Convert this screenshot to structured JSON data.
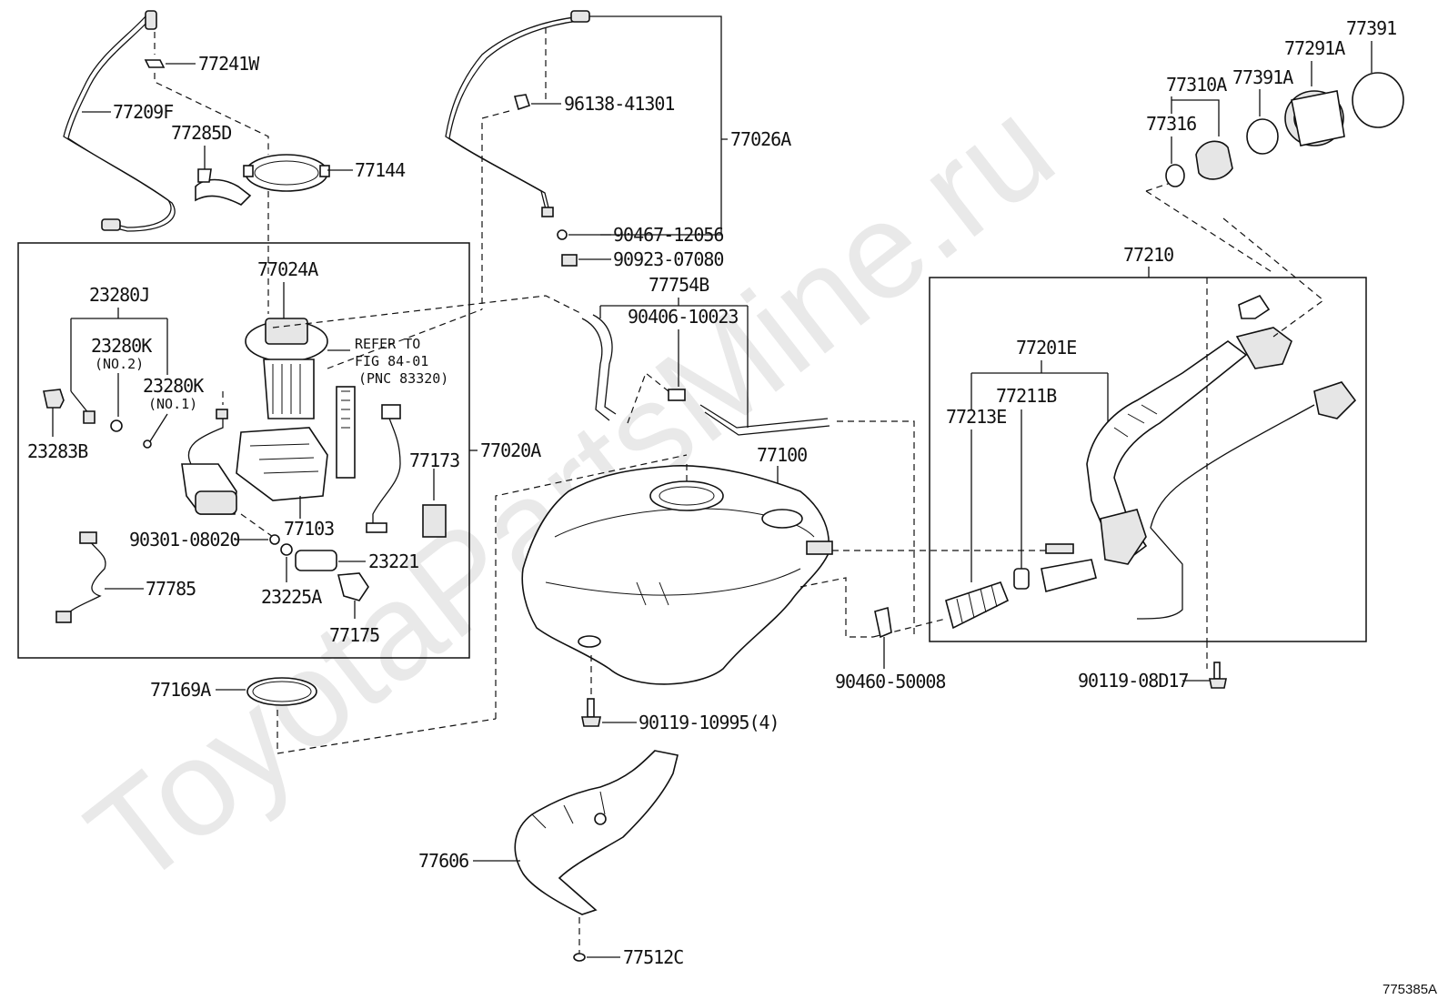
{
  "watermark": "ToyotaPartsMine.ru",
  "figure_code": "775385A",
  "refer_note": {
    "line1": "REFER TO",
    "line2": "FIG 84-01",
    "line3": "(PNC 83320)"
  },
  "labels": {
    "p77241W": "77241W",
    "p77209F": "77209F",
    "p77285D": "77285D",
    "p77144": "77144",
    "p96138": "96138-41301",
    "p77026A": "77026A",
    "p90467": "90467-12056",
    "p90923": "90923-07080",
    "p77024A": "77024A",
    "p23280J": "23280J",
    "p23280K_2": "23280K",
    "no2": "(NO.2)",
    "p23280K_1": "23280K",
    "no1": "(NO.1)",
    "p23283B": "23283B",
    "p77020A": "77020A",
    "p77173": "77173",
    "p77103": "77103",
    "p90301": "90301-08020",
    "p23221": "23221",
    "p23225A": "23225A",
    "p77785": "77785",
    "p77175": "77175",
    "p77169A": "77169A",
    "p77754B": "77754B",
    "p90406": "90406-10023",
    "p77100": "77100",
    "p90119_10995": "90119-10995(4)",
    "p77606": "77606",
    "p77512C": "77512C",
    "p90460": "90460-50008",
    "p90119_08D17": "90119-08D17",
    "p77210": "77210",
    "p77201E": "77201E",
    "p77211B": "77211B",
    "p77213E": "77213E",
    "p77391": "77391",
    "p77291A": "77291A",
    "p77391A": "77391A",
    "p77310A": "77310A",
    "p77316": "77316"
  }
}
